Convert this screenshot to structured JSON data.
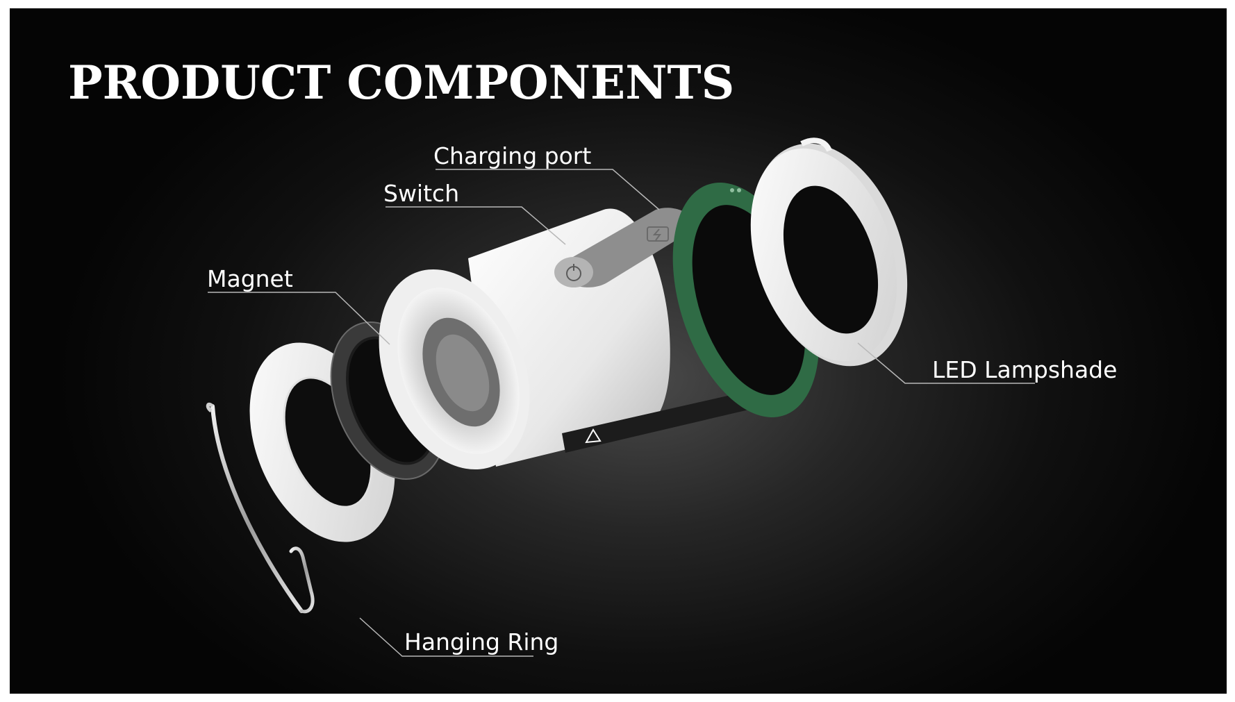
{
  "page": {
    "title": "PRODUCT COMPONENTS"
  },
  "labels": {
    "charging_port": "Charging port",
    "switch": "Switch",
    "magnet": "Magnet",
    "led_lampshade": "LED Lampshade",
    "hanging_ring": "Hanging Ring"
  },
  "colors": {
    "background": "#0a0a0a",
    "text": "#ffffff",
    "leader_line": "#b8b8b8",
    "body_white": "#f2f2f2",
    "pcb_green": "#2f6b45",
    "magnet_dark": "#2a2a2a"
  },
  "icons": [
    "power-icon",
    "charging-icon",
    "warning-icon"
  ]
}
